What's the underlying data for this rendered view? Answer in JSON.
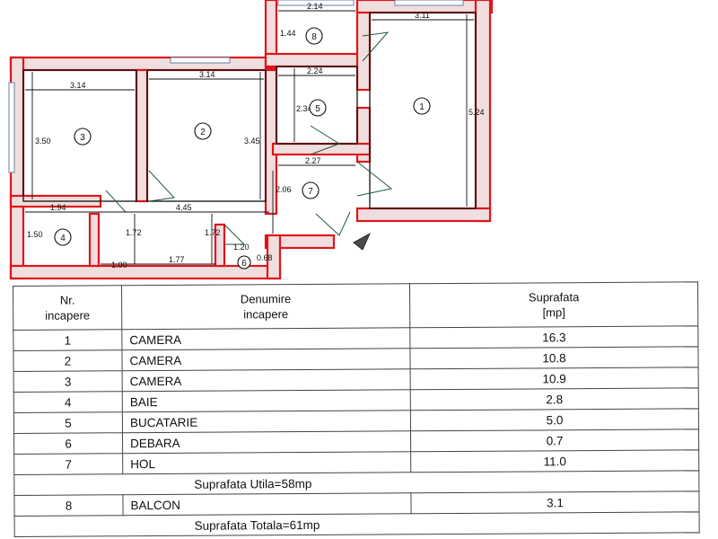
{
  "plan": {
    "rooms": [
      {
        "id": "1",
        "label": "1"
      },
      {
        "id": "2",
        "label": "2"
      },
      {
        "id": "3",
        "label": "3"
      },
      {
        "id": "4",
        "label": "4"
      },
      {
        "id": "5",
        "label": "5"
      },
      {
        "id": "6",
        "label": "6"
      },
      {
        "id": "7",
        "label": "7"
      },
      {
        "id": "8",
        "label": "8"
      }
    ],
    "dimensions": {
      "d_214": "2.14",
      "d_311": "3.11",
      "d_144": "1.44",
      "d_314_a": "3.14",
      "d_314_b": "3.14",
      "d_224": "2.24",
      "d_234": "2.34",
      "d_350": "3.50",
      "d_345": "3.45",
      "d_524": "5.24",
      "d_227": "2.27",
      "d_206": "2.06",
      "d_194": "1.94",
      "d_445": "4.45",
      "d_150": "1.50",
      "d_172_a": "1.72",
      "d_172_b": "1.72",
      "d_120": "1.20",
      "d_100": "1.00",
      "d_177": "1.77",
      "d_068": "0.68"
    }
  },
  "table": {
    "headers": {
      "nr_line1": "Nr.",
      "nr_line2": "incapere",
      "name_line1": "Denumire",
      "name_line2": "incapere",
      "area_line1": "Suprafata",
      "area_line2": "[mp]"
    },
    "rows": [
      {
        "nr": "1",
        "name": "CAMERA",
        "area": "16.3"
      },
      {
        "nr": "2",
        "name": "CAMERA",
        "area": "10.8"
      },
      {
        "nr": "3",
        "name": "CAMERA",
        "area": "10.9"
      },
      {
        "nr": "4",
        "name": "BAIE",
        "area": "2.8"
      },
      {
        "nr": "5",
        "name": "BUCATARIE",
        "area": "5.0"
      },
      {
        "nr": "6",
        "name": "DEBARA",
        "area": "0.7"
      },
      {
        "nr": "7",
        "name": "HOL",
        "area": "11.0"
      }
    ],
    "useful_area": "Suprafata Utila=58mp",
    "balcony": {
      "nr": "8",
      "name": "BALCON",
      "area": "3.1"
    },
    "total_area": "Suprafata Totala=61mp"
  }
}
